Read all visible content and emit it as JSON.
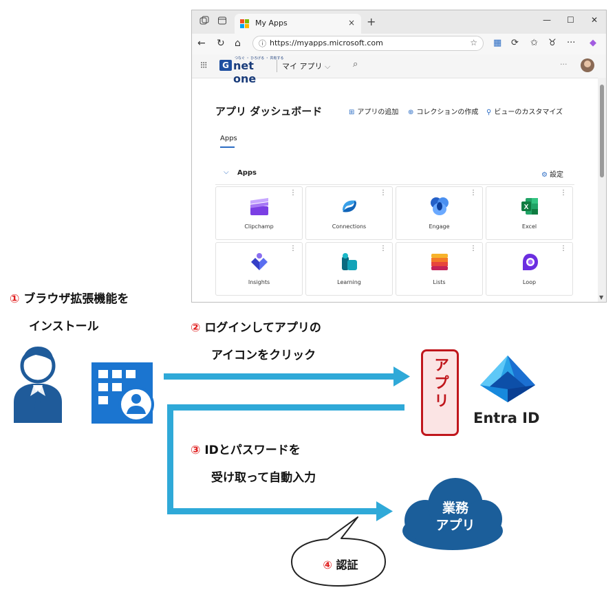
{
  "browser": {
    "tab_title": "My Apps",
    "tab_close": "×",
    "new_tab": "+",
    "window_controls": [
      "—",
      "☐",
      "✕"
    ],
    "url": "https://myapps.microsoft.com",
    "icons": {
      "workspaces": "workspaces-icon",
      "tab-actions": "tab-actions-icon",
      "back": "←",
      "refresh": "↻",
      "home": "⌂",
      "info": "ⓘ",
      "favorite": "☆",
      "toolbar": [
        "▦",
        "⟳",
        "✩",
        "♉",
        "···",
        "◆"
      ]
    }
  },
  "myapps": {
    "waffle": "⁝⁝⁝",
    "logo_text": "net one",
    "logo_tagline": "つなぐ ・ ひろげる ・ 共有する",
    "logo_glyph": "G",
    "menu_label": "マイ アプリ",
    "menu_chevron": "⌵",
    "search_icon": "⌕",
    "more": "···",
    "dashboard_title": "アプリ ダッシュボード",
    "commands": [
      {
        "icon": "⊞",
        "label": "アプリの追加"
      },
      {
        "icon": "⊕",
        "label": "コレクションの作成"
      },
      {
        "icon": "⚲",
        "label": "ビューのカスタマイズ"
      }
    ],
    "tab_label": "Apps",
    "section_label": "Apps",
    "section_chevron": "⌵",
    "settings_icon": "⚙",
    "settings_label": "設定",
    "tile_more": "⋮",
    "tiles": [
      {
        "name": "Clipchamp",
        "icon": "clipchamp-icon",
        "color": "#7b3fe4"
      },
      {
        "name": "Connections",
        "icon": "connections-icon",
        "color": "#1a76c8"
      },
      {
        "name": "Engage",
        "icon": "engage-icon",
        "color": "#2b73d6"
      },
      {
        "name": "Excel",
        "icon": "excel-icon",
        "color": "#1d7a44"
      },
      {
        "name": "Insights",
        "icon": "insights-icon",
        "color": "#4b4fd8"
      },
      {
        "name": "Learning",
        "icon": "learning-icon",
        "color": "#106e86"
      },
      {
        "name": "Lists",
        "icon": "lists-icon",
        "color": "#e2304a"
      },
      {
        "name": "Loop",
        "icon": "loop-icon",
        "color": "#7a2ee0"
      }
    ]
  },
  "diagram": {
    "step1": {
      "num": "①",
      "line1": "ブラウザ拡張機能を",
      "line2": "インストール"
    },
    "step2": {
      "num": "②",
      "line1": "ログインしてアプリの",
      "line2": "アイコンをクリック"
    },
    "step3": {
      "num": "③",
      "line1": "IDとパスワードを",
      "line2": "受け取って自動入力"
    },
    "step4": {
      "num": "④",
      "label": "認証"
    },
    "app_box_label": "アプリ",
    "entra_label": "Entra ID",
    "cloud_label_line1": "業務",
    "cloud_label_line2": "アプリ",
    "colors": {
      "arrow": "#2fa9d8",
      "accent_red": "#c0161c",
      "navy": "#1f5b9a",
      "cloud": "#1b5e9a"
    }
  }
}
